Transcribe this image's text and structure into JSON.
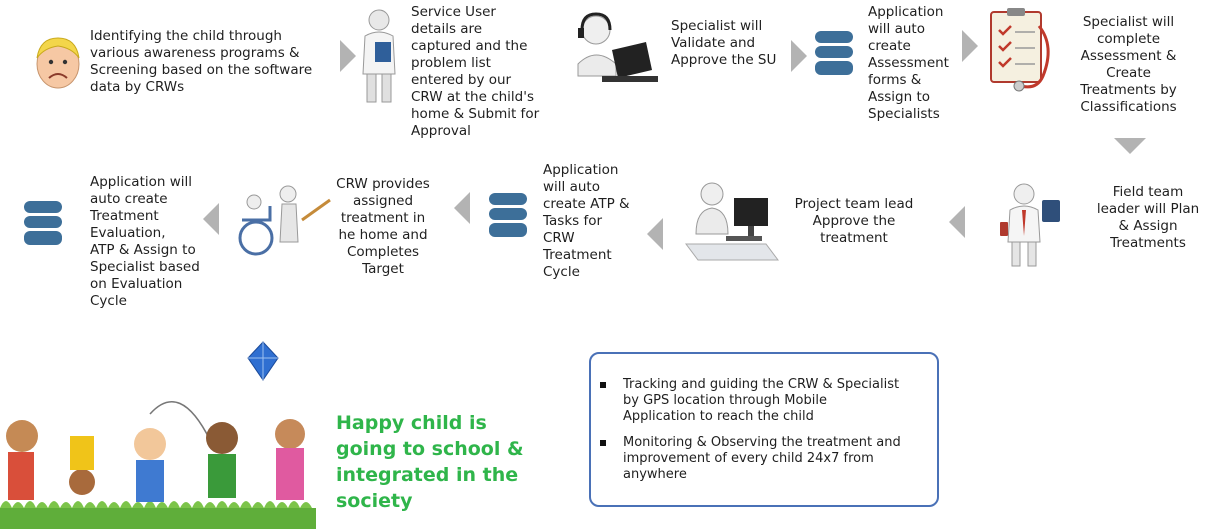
{
  "row1": {
    "step1": "Identifying the child through\nvarious awareness programs &\nScreening based on the software\ndata by CRWs",
    "step2": "Service User\ndetails are\ncaptured  and the\nproblem list\nentered by our\nCRW at the child's\nhome & Submit for\nApproval",
    "step3": "Specialist will\nValidate and\nApprove the SU",
    "step4": "Application\nwill auto\ncreate\nAssessment\nforms &\nAssign to\nSpecialists",
    "step5": "Specialist will\ncomplete\nAssessment &\nCreate\nTreatments by\nClassifications"
  },
  "row2": {
    "step6": "Field team\nleader  will Plan\n& Assign\nTreatments",
    "step7": "Project team lead\nApprove the\ntreatment",
    "step8": "Application\nwill auto\ncreate ATP &\nTasks for\nCRW\nTreatment\nCycle",
    "step9": "CRW provides\nassigned\ntreatment in\nhe home and\nCompletes\nTarget",
    "step10": "Application will\nauto create\nTreatment\nEvaluation,\nATP & Assign to\nSpecialist based\non Evaluation\nCycle"
  },
  "happy_text": "Happy child is\ngoing to school &\nintegrated in the\nsociety",
  "bullets": [
    "Tracking and guiding the CRW & Specialist\nby GPS  location through Mobile\nApplication to reach the child",
    "Monitoring & Observing the  treatment and\nimprovement of every child 24x7 from\nanywhere"
  ],
  "colors": {
    "accent_green": "#2fb54a",
    "box_border": "#4a71b7",
    "arrow": "#b3b3b3",
    "db_blue": "#3d6f99"
  },
  "icons": [
    "sad-child-icon",
    "doctor-figure-icon",
    "headset-laptop-icon",
    "database-icon",
    "clipboard-stethoscope-icon",
    "businessman-phone-icon",
    "computer-user-icon",
    "wheelchair-therapy-icon",
    "kids-playing-illustration",
    "kite-icon"
  ]
}
